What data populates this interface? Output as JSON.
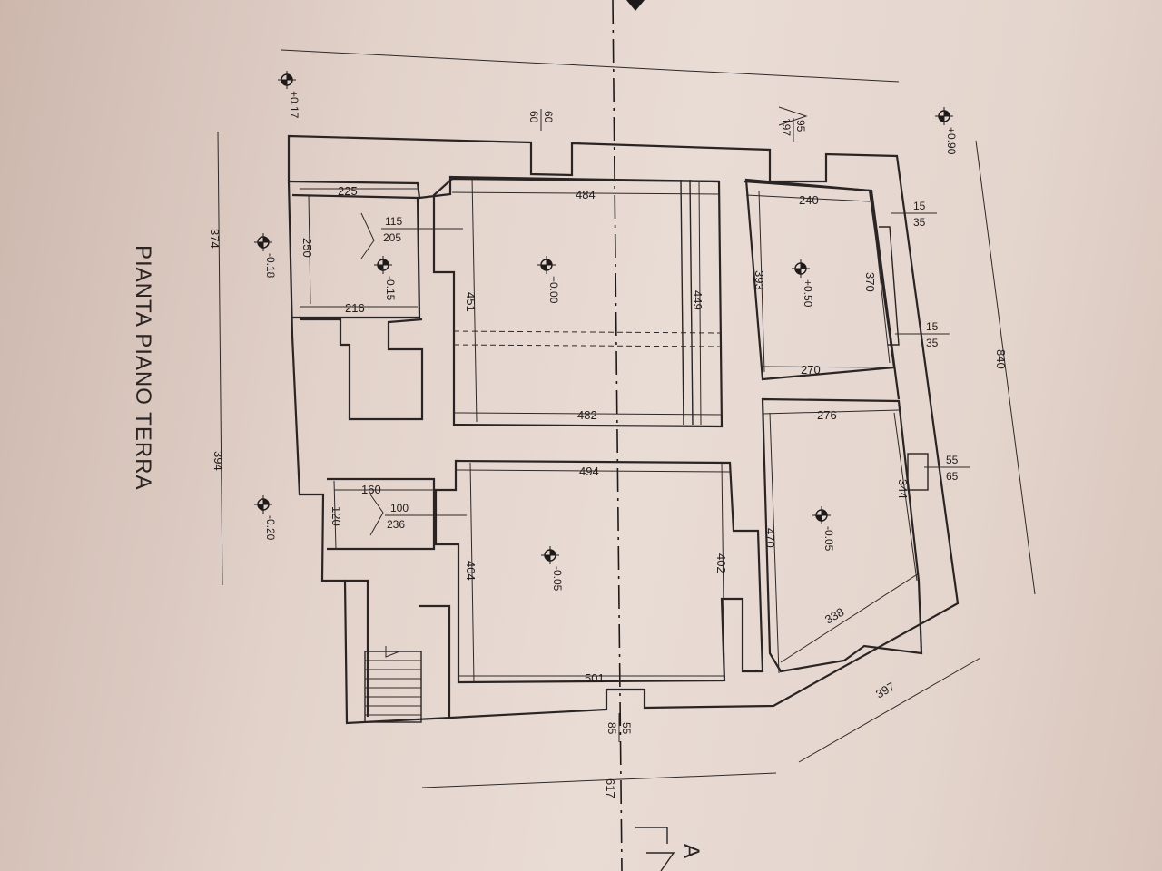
{
  "sheet": {
    "title": "PIANTA PIANO TERRA",
    "section_mark": "A"
  },
  "elevations": [
    "+0.17",
    "-0.18",
    "-0.15",
    "+0.00",
    "+0.50",
    "+0.90",
    "-0.20",
    "-0.05",
    "-0.05"
  ],
  "overall_dimensions": {
    "left_chain": [
      "374",
      "394"
    ],
    "right_height": "840",
    "bottom_width": "617",
    "bottom_right_diagonal": "397"
  },
  "room_dimensions": {
    "small_room_width": "225",
    "small_room_depth": "250",
    "small_room_bottom": "216",
    "room1_top": "484",
    "room1_left": "451",
    "room1_right": "449",
    "room1_bottom": "482",
    "room2_top": "240",
    "room2_left": "393",
    "room2_right": "370",
    "room2_bottom": "270",
    "room3_top": "276",
    "room3_right": "344",
    "room3_left": "470",
    "room3_diag": "338",
    "room4_top": "494",
    "room4_left": "404",
    "room4_right": "402",
    "room4_bottom": "501",
    "corridor_width": "160",
    "corridor_depth": "120"
  },
  "openings": {
    "top_window": {
      "w": "60",
      "h": "60"
    },
    "top_right_door": {
      "w": "95",
      "h": "197"
    },
    "right_window_1": {
      "w": "15",
      "h": "35"
    },
    "right_window_2": {
      "w": "15",
      "h": "35"
    },
    "right_window_3": {
      "w": "55",
      "h": "65"
    },
    "bottom_door": {
      "w": "55",
      "h": "85"
    },
    "door_small_room": {
      "w": "115",
      "h": "205"
    },
    "door_corridor": {
      "w": "100",
      "h": "236"
    }
  }
}
